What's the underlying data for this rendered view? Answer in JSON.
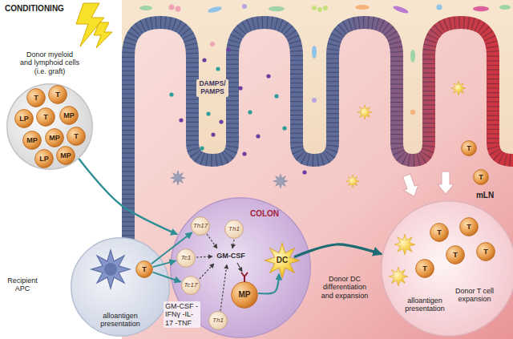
{
  "diagram": {
    "nodes": [
      {
        "text": [
          "Donor myeloid and lymphoid cells (i.e. graft)"
        ]
      },
      {
        "text": [
          "T"
        ],
        "in": 0
      },
      {
        "text": [
          "T"
        ],
        "in": 0
      },
      {
        "text": [
          "LP"
        ],
        "in": 0
      },
      {
        "text": [
          "T"
        ],
        "in": 0
      },
      {
        "text": [
          "MP"
        ],
        "in": 0
      },
      {
        "text": [
          "MP"
        ],
        "in": 0
      },
      {
        "text": [
          "MP"
        ],
        "in": 0
      },
      {
        "text": [
          "T"
        ],
        "in": 0
      },
      {
        "text": [
          "LP"
        ],
        "in": 0
      },
      {
        "text": [
          "MP"
        ],
        "in": 0
      },
      {
        "text": [
          "Recipient APC",
          "alloantigen presentation"
        ]
      },
      {
        "text": [
          "T"
        ],
        "in": 11
      },
      {
        "text": [
          "COLON",
          "GM-CSF"
        ]
      },
      {
        "text": [
          "Th17"
        ],
        "in": 13
      },
      {
        "text": [
          "Th1"
        ],
        "in": 13
      },
      {
        "text": [
          "Tc1"
        ],
        "in": 13
      },
      {
        "text": [
          "Tc17"
        ],
        "in": 13
      },
      {
        "text": [
          "Th1"
        ],
        "in": 13
      },
      {
        "text": [
          "MP"
        ],
        "in": 13
      },
      {
        "text": [
          "DC"
        ],
        "in": 13
      },
      {
        "text": [
          "mLN",
          "alloantigen presentation",
          "Donor T cell expansion"
        ]
      },
      {
        "text": [
          "T"
        ],
        "in": 21
      },
      {
        "text": [
          "T"
        ],
        "in": 21
      },
      {
        "text": [
          "T"
        ],
        "in": 21
      },
      {
        "text": [
          "T"
        ],
        "in": 21
      },
      {
        "text": [
          "T"
        ],
        "in": 21
      },
      {
        "text": [
          "T"
        ]
      },
      {
        "text": [
          "T"
        ]
      }
    ],
    "edges": [
      {
        "from": 0,
        "to": 13,
        "arrow": "to"
      },
      {
        "from": 12,
        "to": 14,
        "arrow": "to"
      },
      {
        "from": 12,
        "to": 16,
        "arrow": "to"
      },
      {
        "from": 12,
        "to": 17,
        "arrow": "to"
      },
      {
        "from": 19,
        "to": 20,
        "arrow": "to"
      },
      {
        "from": 20,
        "to": 21,
        "arrow": "to"
      }
    ],
    "labels": [
      "CONDITIONING",
      "DAMPS/ PAMPS",
      "GM-CSF -IFNγ -IL-17 -TNF",
      "Donor DC differentiation and expansion"
    ]
  }
}
